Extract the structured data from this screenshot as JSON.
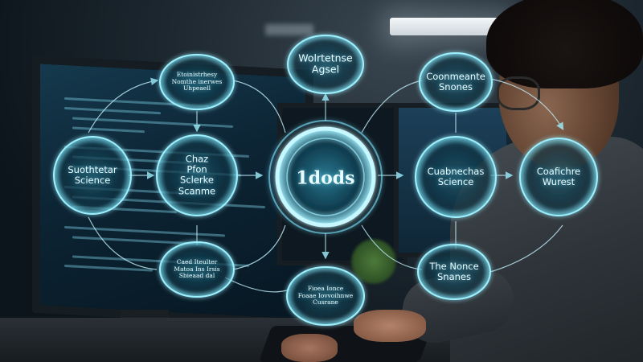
{
  "network": {
    "center": {
      "label": "1dods"
    },
    "nodes": [
      {
        "id": "top-left",
        "label": "Etoinistrhesy\nNomthe inerwes\nUhpeaell"
      },
      {
        "id": "top-center",
        "label": "Wolrtetnse\nAgsel"
      },
      {
        "id": "top-right",
        "label": "Coonmeante\nSnones"
      },
      {
        "id": "mid-far-left",
        "label": "Suothtetar\nScience"
      },
      {
        "id": "mid-left",
        "label": "Chaz\nPfon\nSclerke\nScanme"
      },
      {
        "id": "mid-right",
        "label": "Cuabnechas\nScience"
      },
      {
        "id": "mid-far-right",
        "label": "Coafichre\nWurest"
      },
      {
        "id": "bottom-left",
        "label": "Caed Iteulter\nMatoa Ins Irsis\nSbieaad dal"
      },
      {
        "id": "bottom-center",
        "label": "Fioea Ionce\nFoaae Iovvoihnwe\nCusrane"
      },
      {
        "id": "bottom-right",
        "label": "The Nonce\nSnanes"
      }
    ]
  },
  "colors": {
    "glow": "#7fe6ff",
    "ring": "#9ef0ff",
    "node_fill": "#123a4a"
  }
}
